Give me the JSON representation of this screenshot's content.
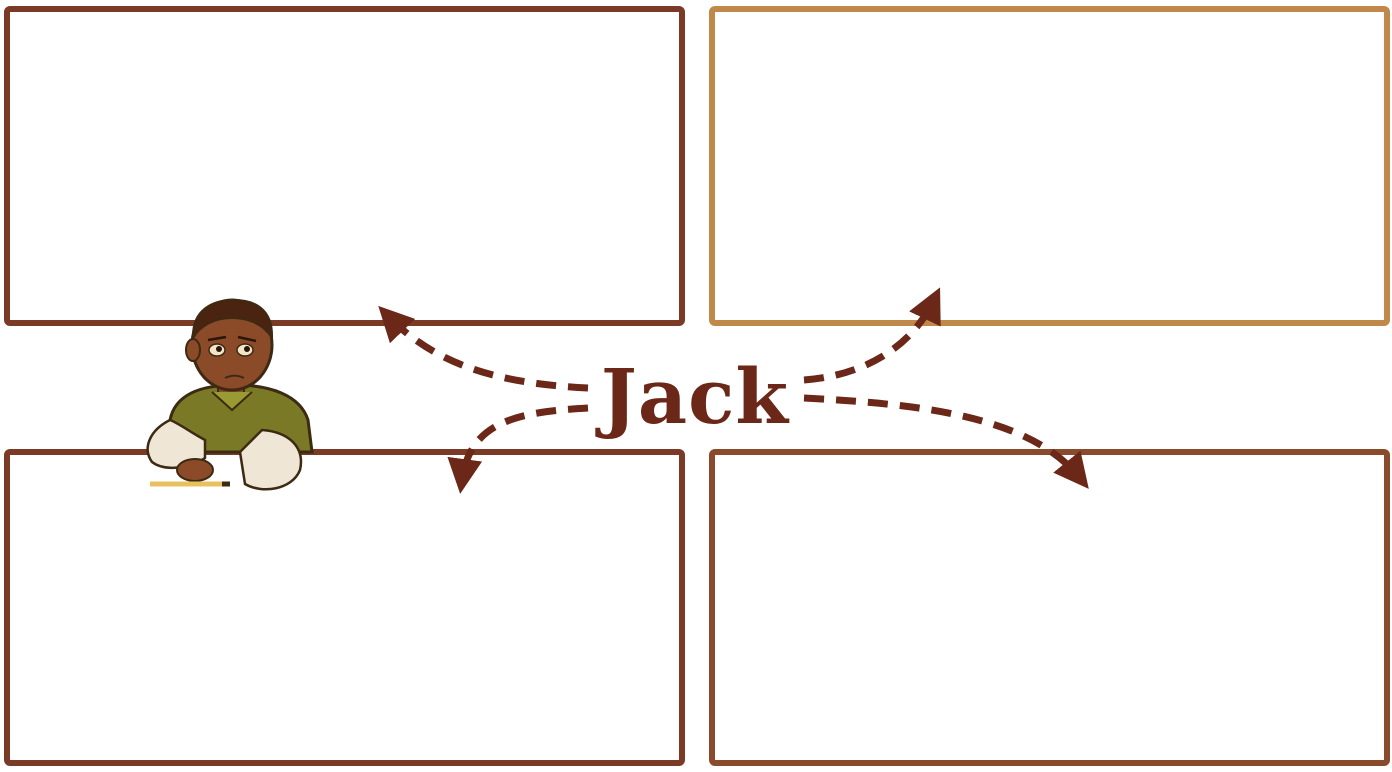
{
  "diagram": {
    "center_label": "Jack",
    "boxes": [
      {
        "id": "top-left",
        "text": ""
      },
      {
        "id": "top-right",
        "text": ""
      },
      {
        "id": "bottom-left",
        "text": ""
      },
      {
        "id": "bottom-right",
        "text": ""
      }
    ],
    "colors": {
      "text": "#6b2718",
      "arrow": "#6b2718",
      "border_dark": "#7a3a25",
      "border_light": "#c0894a",
      "skin": "#8b4a28",
      "shirt": "#7a7a26"
    },
    "illustration": "boy-leaning-on-box"
  }
}
